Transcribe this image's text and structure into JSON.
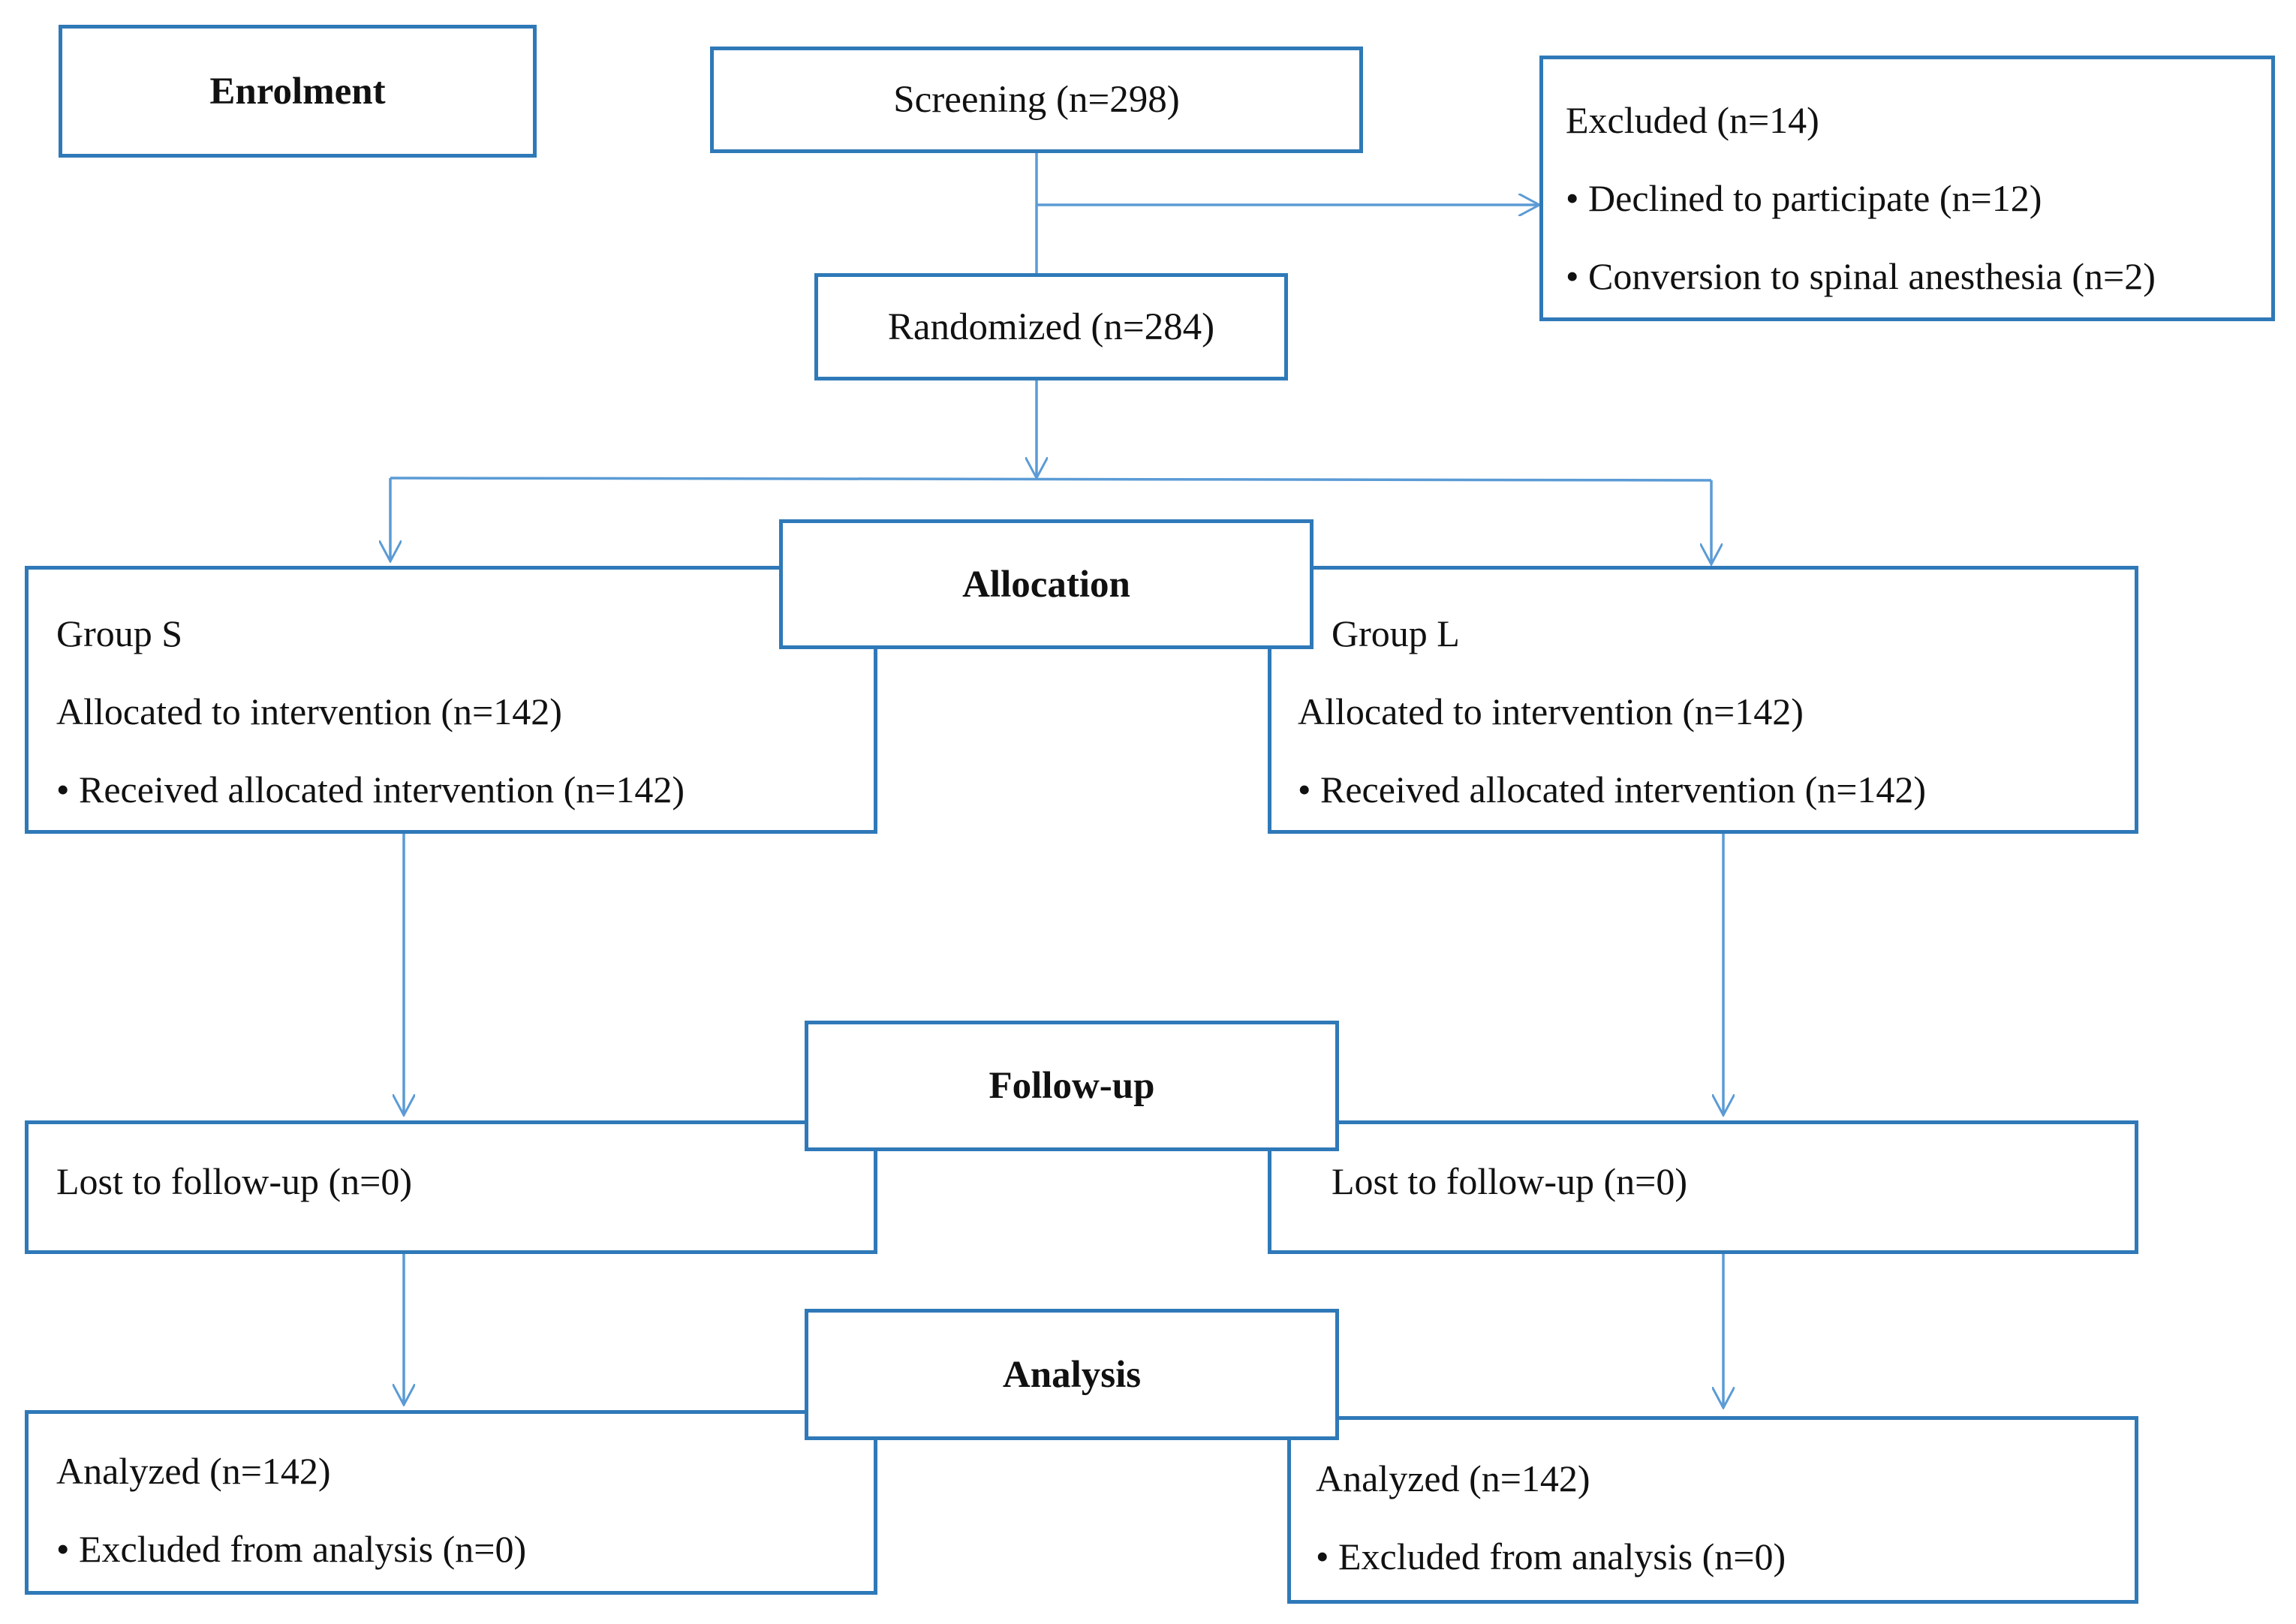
{
  "stages": {
    "enrolment": "Enrolment",
    "allocation": "Allocation",
    "follow_up": "Follow-up",
    "analysis": "Analysis"
  },
  "screening": "Screening (n=298)",
  "excluded": {
    "title": "Excluded (n=14)",
    "items": [
      "Declined to participate (n=12)",
      "Conversion to spinal anesthesia (n=2)"
    ]
  },
  "randomized": "Randomized (n=284)",
  "group_s": {
    "name": "Group S",
    "allocated": "Allocated to intervention (n=142)",
    "received": "Received allocated intervention (n=142)",
    "lost": "Lost to follow-up (n=0)",
    "analyzed": "Analyzed (n=142)",
    "excluded": "Excluded from analysis (n=0)"
  },
  "group_l": {
    "name": "Group L",
    "allocated": "Allocated to intervention (n=142)",
    "received": "Received allocated intervention (n=142)",
    "lost": "Lost to follow-up (n=0)",
    "analyzed": "Analyzed (n=142)",
    "excluded": "Excluded from analysis (n=0)"
  },
  "colors": {
    "box_border": "#2f79b8",
    "arrow": "#5b9bd5",
    "text": "#111111"
  }
}
